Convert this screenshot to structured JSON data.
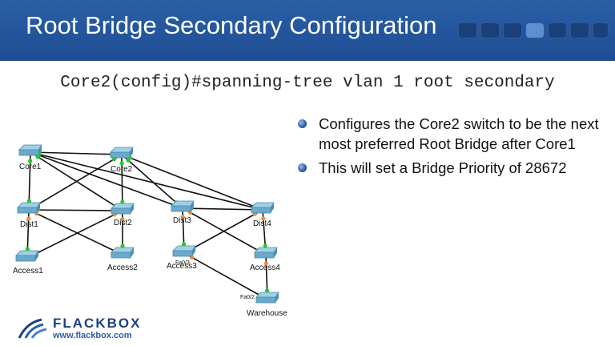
{
  "slide": {
    "title": "Root Bridge Secondary Configuration",
    "command": "Core2(config)#spanning-tree vlan 1 root secondary",
    "bullets": [
      "Configures the Core2 switch to be the next most preferred Root Bridge after Core1",
      "This will set a Bridge Priority of 28672"
    ]
  },
  "topology": {
    "switches": [
      {
        "id": "core1",
        "label": "Core1"
      },
      {
        "id": "core2",
        "label": "Core2"
      },
      {
        "id": "dist1",
        "label": "Dist1"
      },
      {
        "id": "dist2",
        "label": "Dist2"
      },
      {
        "id": "dist3",
        "label": "Dist3"
      },
      {
        "id": "dist4",
        "label": "Dist4"
      },
      {
        "id": "access1",
        "label": "Access1"
      },
      {
        "id": "access2",
        "label": "Access2"
      },
      {
        "id": "access3",
        "label": "Access3"
      },
      {
        "id": "access4",
        "label": "Access4"
      },
      {
        "id": "warehouse",
        "label": "Warehouse"
      }
    ],
    "port_labels": [
      "Fa0/3",
      "Fa0/2"
    ],
    "links": [
      {
        "from": "core1",
        "to": "core2"
      },
      {
        "from": "core1",
        "to": "dist1"
      },
      {
        "from": "core1",
        "to": "dist2"
      },
      {
        "from": "core1",
        "to": "dist3"
      },
      {
        "from": "core1",
        "to": "dist4"
      },
      {
        "from": "core2",
        "to": "dist1"
      },
      {
        "from": "core2",
        "to": "dist2"
      },
      {
        "from": "core2",
        "to": "dist3"
      },
      {
        "from": "core2",
        "to": "dist4"
      },
      {
        "from": "dist1",
        "to": "dist2"
      },
      {
        "from": "dist3",
        "to": "dist4"
      },
      {
        "from": "dist1",
        "to": "access1"
      },
      {
        "from": "dist1",
        "to": "access2"
      },
      {
        "from": "dist2",
        "to": "access1"
      },
      {
        "from": "dist2",
        "to": "access2"
      },
      {
        "from": "dist3",
        "to": "access3"
      },
      {
        "from": "dist3",
        "to": "access4"
      },
      {
        "from": "dist4",
        "to": "access3"
      },
      {
        "from": "dist4",
        "to": "access4"
      },
      {
        "from": "access3",
        "to": "warehouse"
      },
      {
        "from": "access4",
        "to": "warehouse"
      }
    ],
    "colors": {
      "link": "#111111",
      "forwarding": "#22cc22",
      "blocking": "#f08a3c",
      "switch": "#6aa9c9"
    }
  },
  "logo": {
    "name": "FLACKBOX",
    "url": "www.flackbox.com"
  }
}
